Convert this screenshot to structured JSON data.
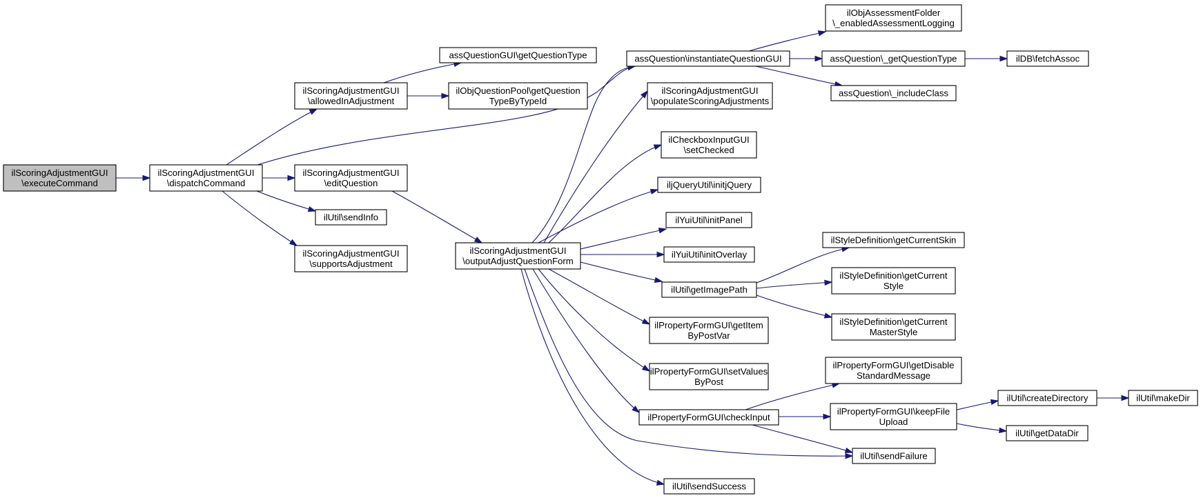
{
  "nodes": [
    {
      "id": "n0",
      "lines": [
        "ilScoringAdjustmentGUI",
        "\\executeCommand"
      ],
      "root": true
    },
    {
      "id": "n1",
      "lines": [
        "ilScoringAdjustmentGUI",
        "\\dispatchCommand"
      ]
    },
    {
      "id": "n2",
      "lines": [
        "ilScoringAdjustmentGUI",
        "\\allowedInAdjustment"
      ]
    },
    {
      "id": "n3",
      "lines": [
        "ilScoringAdjustmentGUI",
        "\\editQuestion"
      ]
    },
    {
      "id": "n4",
      "lines": [
        "ilUtil\\sendInfo"
      ]
    },
    {
      "id": "n5",
      "lines": [
        "ilScoringAdjustmentGUI",
        "\\supportsAdjustment"
      ]
    },
    {
      "id": "n6",
      "lines": [
        "assQuestionGUI\\getQuestionType"
      ]
    },
    {
      "id": "n7",
      "lines": [
        "ilObjQuestionPool\\getQuestion",
        "TypeByTypeId"
      ]
    },
    {
      "id": "n8",
      "lines": [
        "ilScoringAdjustmentGUI",
        "\\outputAdjustQuestionForm"
      ]
    },
    {
      "id": "n9",
      "lines": [
        "assQuestion\\instantiateQuestionGUI"
      ]
    },
    {
      "id": "n10",
      "lines": [
        "ilScoringAdjustmentGUI",
        "\\populateScoringAdjustments"
      ]
    },
    {
      "id": "n11",
      "lines": [
        "ilCheckboxInputGUI",
        "\\setChecked"
      ]
    },
    {
      "id": "n12",
      "lines": [
        "iljQueryUtil\\initjQuery"
      ]
    },
    {
      "id": "n13",
      "lines": [
        "ilYuiUtil\\initPanel"
      ]
    },
    {
      "id": "n14",
      "lines": [
        "ilYuiUtil\\initOverlay"
      ]
    },
    {
      "id": "n15",
      "lines": [
        "ilUtil\\getImagePath"
      ]
    },
    {
      "id": "n16",
      "lines": [
        "ilPropertyFormGUI\\getItem",
        "ByPostVar"
      ]
    },
    {
      "id": "n17",
      "lines": [
        "ilPropertyFormGUI\\setValues",
        "ByPost"
      ]
    },
    {
      "id": "n18",
      "lines": [
        "ilPropertyFormGUI\\checkInput"
      ]
    },
    {
      "id": "n19",
      "lines": [
        "ilUtil\\sendSuccess"
      ]
    },
    {
      "id": "n20",
      "lines": [
        "ilObjAssessmentFolder",
        "\\_enabledAssessmentLogging"
      ]
    },
    {
      "id": "n21",
      "lines": [
        "assQuestion\\_getQuestionType"
      ]
    },
    {
      "id": "n22",
      "lines": [
        "assQuestion\\_includeClass"
      ]
    },
    {
      "id": "n23",
      "lines": [
        "ilDB\\fetchAssoc"
      ]
    },
    {
      "id": "n24",
      "lines": [
        "ilStyleDefinition\\getCurrentSkin"
      ]
    },
    {
      "id": "n25",
      "lines": [
        "ilStyleDefinition\\getCurrent",
        "Style"
      ]
    },
    {
      "id": "n26",
      "lines": [
        "ilStyleDefinition\\getCurrent",
        "MasterStyle"
      ]
    },
    {
      "id": "n27",
      "lines": [
        "ilPropertyFormGUI\\getDisable",
        "StandardMessage"
      ]
    },
    {
      "id": "n28",
      "lines": [
        "ilPropertyFormGUI\\keepFile",
        "Upload"
      ]
    },
    {
      "id": "n29",
      "lines": [
        "ilUtil\\sendFailure"
      ]
    },
    {
      "id": "n30",
      "lines": [
        "ilUtil\\createDirectory"
      ]
    },
    {
      "id": "n31",
      "lines": [
        "ilUtil\\getDataDir"
      ]
    },
    {
      "id": "n32",
      "lines": [
        "ilUtil\\makeDir"
      ]
    }
  ],
  "edges": [
    {
      "from": "n0",
      "to": "n1"
    },
    {
      "from": "n1",
      "to": "n2"
    },
    {
      "from": "n1",
      "to": "n9"
    },
    {
      "from": "n1",
      "to": "n3"
    },
    {
      "from": "n1",
      "to": "n4"
    },
    {
      "from": "n1",
      "to": "n5"
    },
    {
      "from": "n2",
      "to": "n6"
    },
    {
      "from": "n2",
      "to": "n7"
    },
    {
      "from": "n3",
      "to": "n8"
    },
    {
      "from": "n8",
      "to": "n9"
    },
    {
      "from": "n8",
      "to": "n10"
    },
    {
      "from": "n8",
      "to": "n11"
    },
    {
      "from": "n8",
      "to": "n12"
    },
    {
      "from": "n8",
      "to": "n13"
    },
    {
      "from": "n8",
      "to": "n14"
    },
    {
      "from": "n8",
      "to": "n15"
    },
    {
      "from": "n8",
      "to": "n16"
    },
    {
      "from": "n8",
      "to": "n17"
    },
    {
      "from": "n8",
      "to": "n18"
    },
    {
      "from": "n8",
      "to": "n29"
    },
    {
      "from": "n8",
      "to": "n19"
    },
    {
      "from": "n9",
      "to": "n20"
    },
    {
      "from": "n9",
      "to": "n21"
    },
    {
      "from": "n9",
      "to": "n22"
    },
    {
      "from": "n21",
      "to": "n23"
    },
    {
      "from": "n15",
      "to": "n24"
    },
    {
      "from": "n15",
      "to": "n25"
    },
    {
      "from": "n15",
      "to": "n26"
    },
    {
      "from": "n18",
      "to": "n27"
    },
    {
      "from": "n18",
      "to": "n28"
    },
    {
      "from": "n18",
      "to": "n29"
    },
    {
      "from": "n28",
      "to": "n30"
    },
    {
      "from": "n28",
      "to": "n31"
    },
    {
      "from": "n30",
      "to": "n32"
    }
  ]
}
